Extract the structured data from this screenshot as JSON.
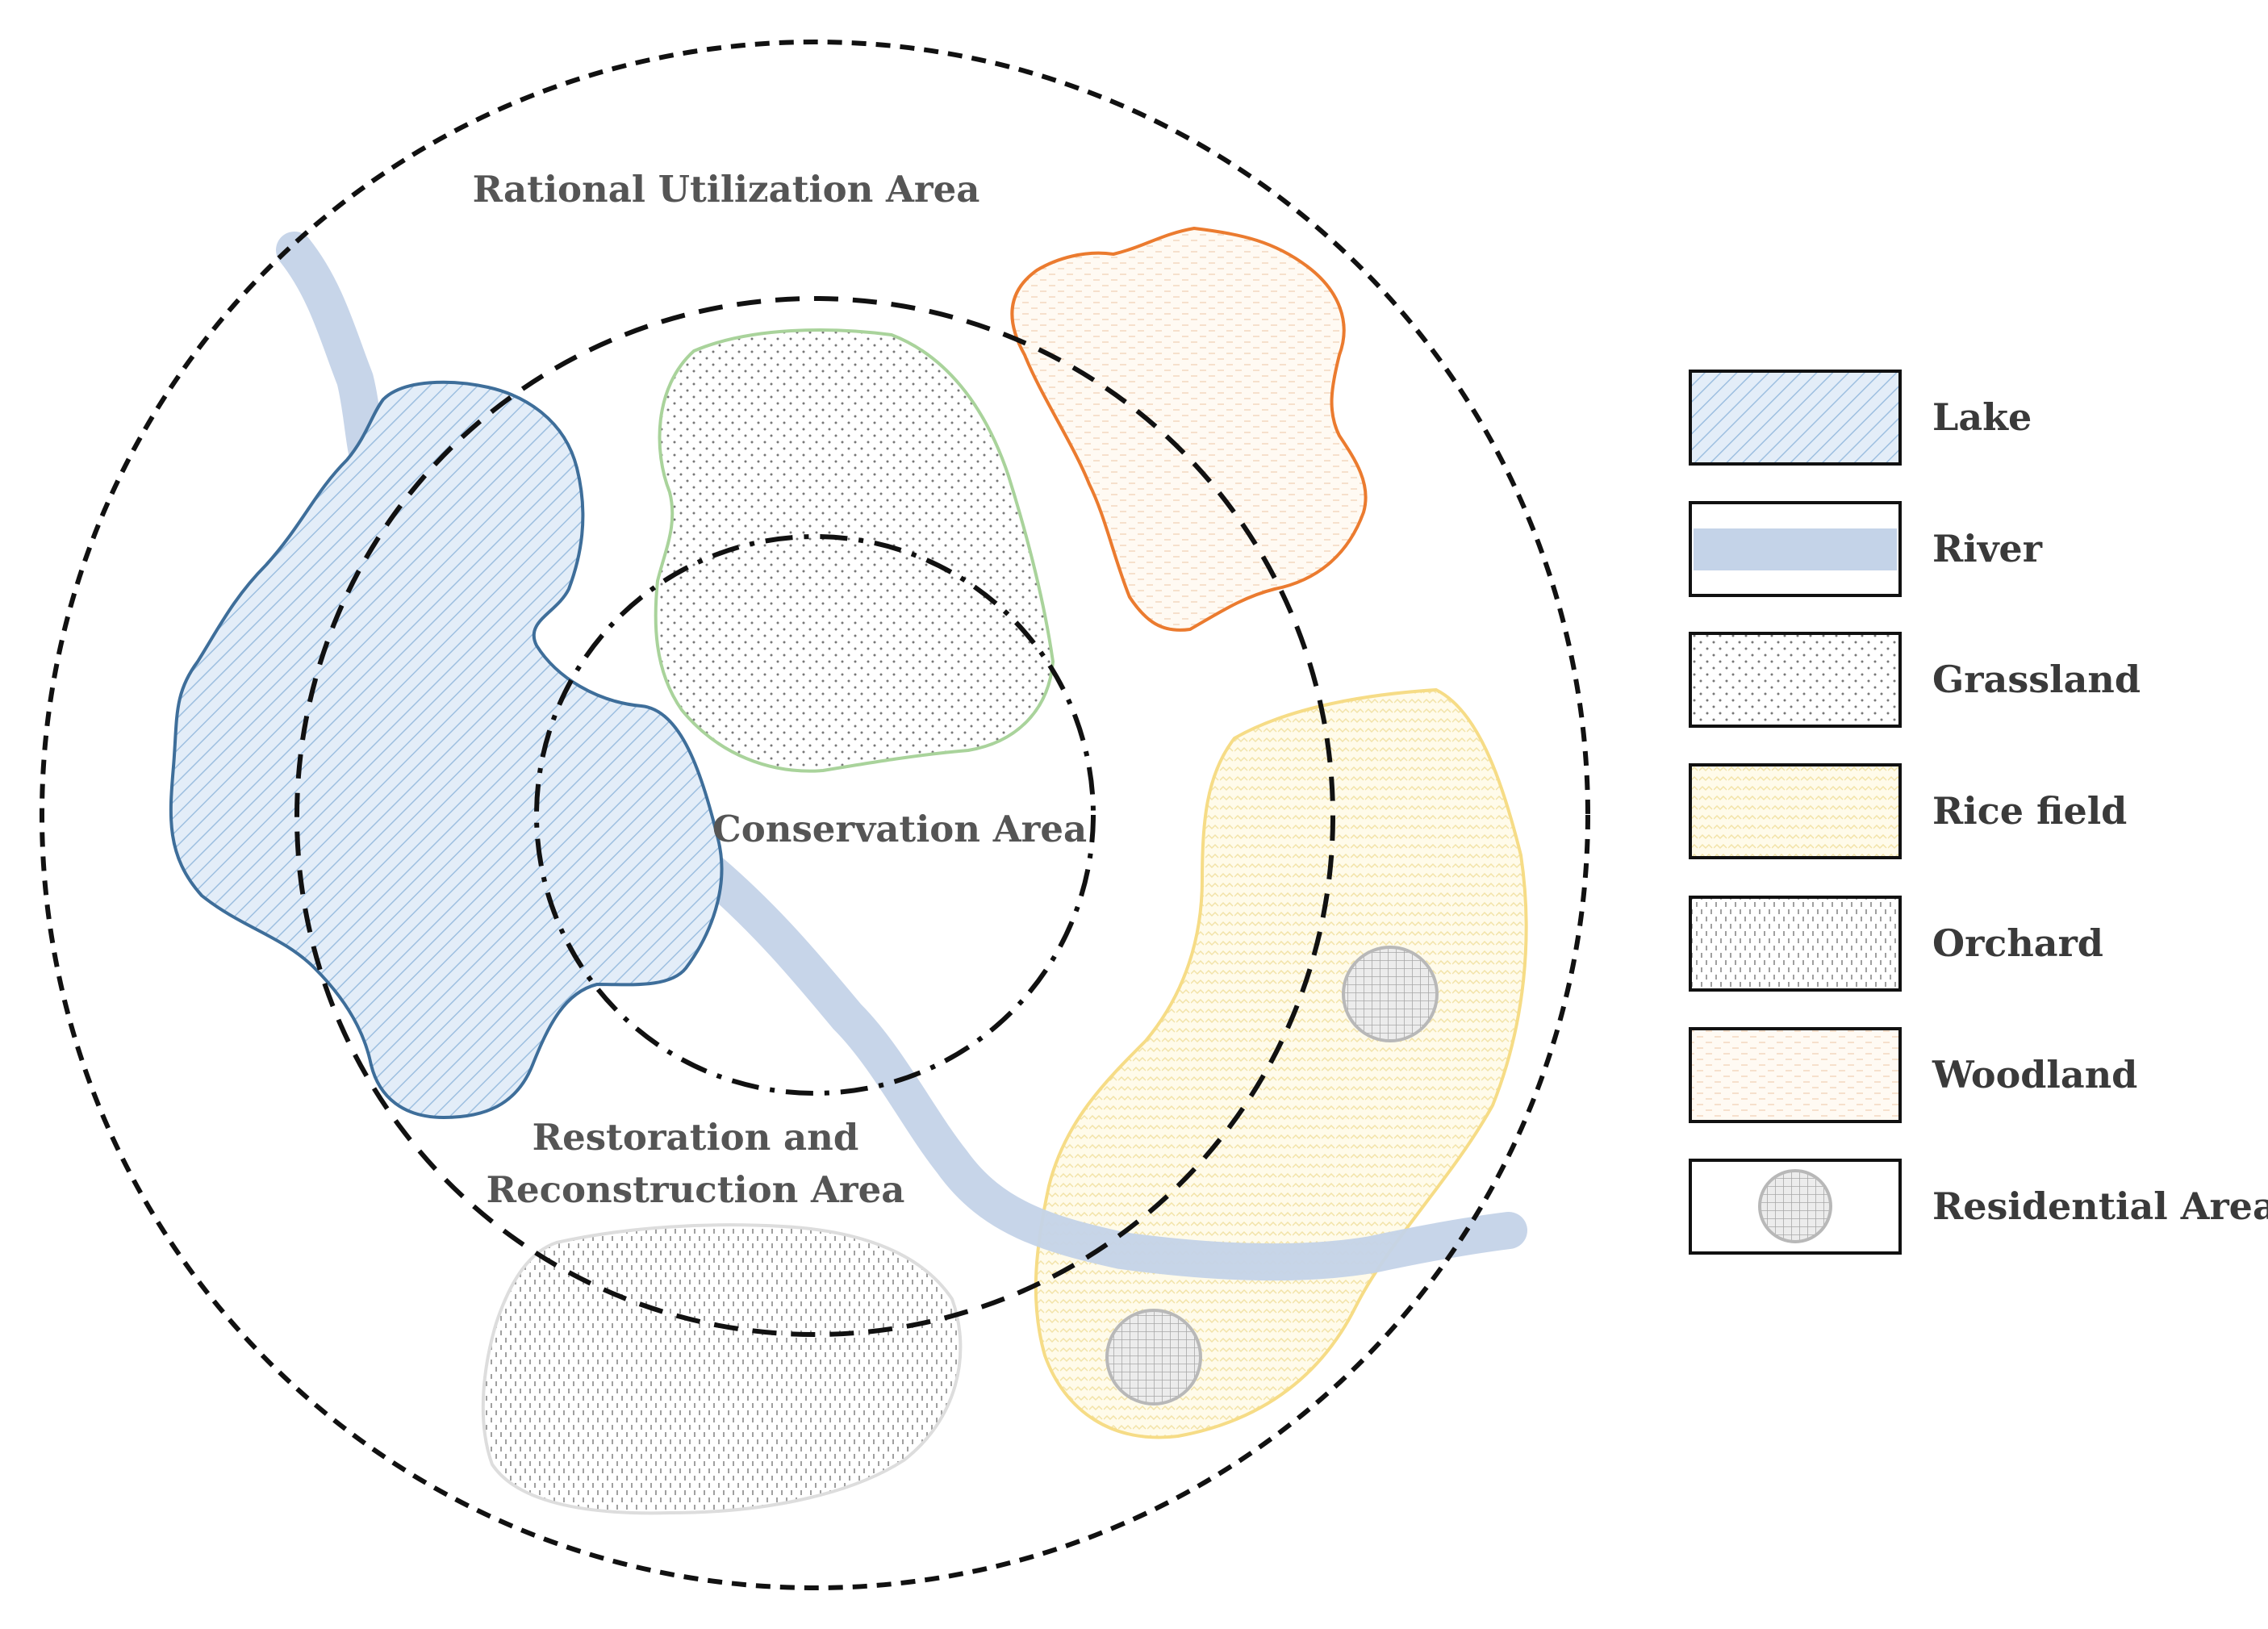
{
  "zones": {
    "rational_utilization": "Rational Utilization Area",
    "conservation": "Conservation Area",
    "restoration_line1": "Restoration and",
    "restoration_line2": "Reconstruction Area"
  },
  "legend": {
    "items": [
      {
        "label": "Lake",
        "pattern": "lake"
      },
      {
        "label": "River",
        "pattern": "river"
      },
      {
        "label": "Grassland",
        "pattern": "grassland"
      },
      {
        "label": "Rice field",
        "pattern": "rice"
      },
      {
        "label": "Orchard",
        "pattern": "orchard"
      },
      {
        "label": "Woodland",
        "pattern": "woodland"
      },
      {
        "label": "Residential Area",
        "pattern": "residential"
      }
    ]
  },
  "colors": {
    "lake_fill": "#cfe0f2",
    "lake_stroke": "#3e6e9a",
    "river": "#c4d3e8",
    "grassland_stroke": "#a9d39b",
    "rice_stroke": "#f6dc86",
    "woodland_stroke": "#eb7b2f",
    "orchard_stroke": "#dddddd",
    "residential_stroke": "#b8b8b8"
  }
}
